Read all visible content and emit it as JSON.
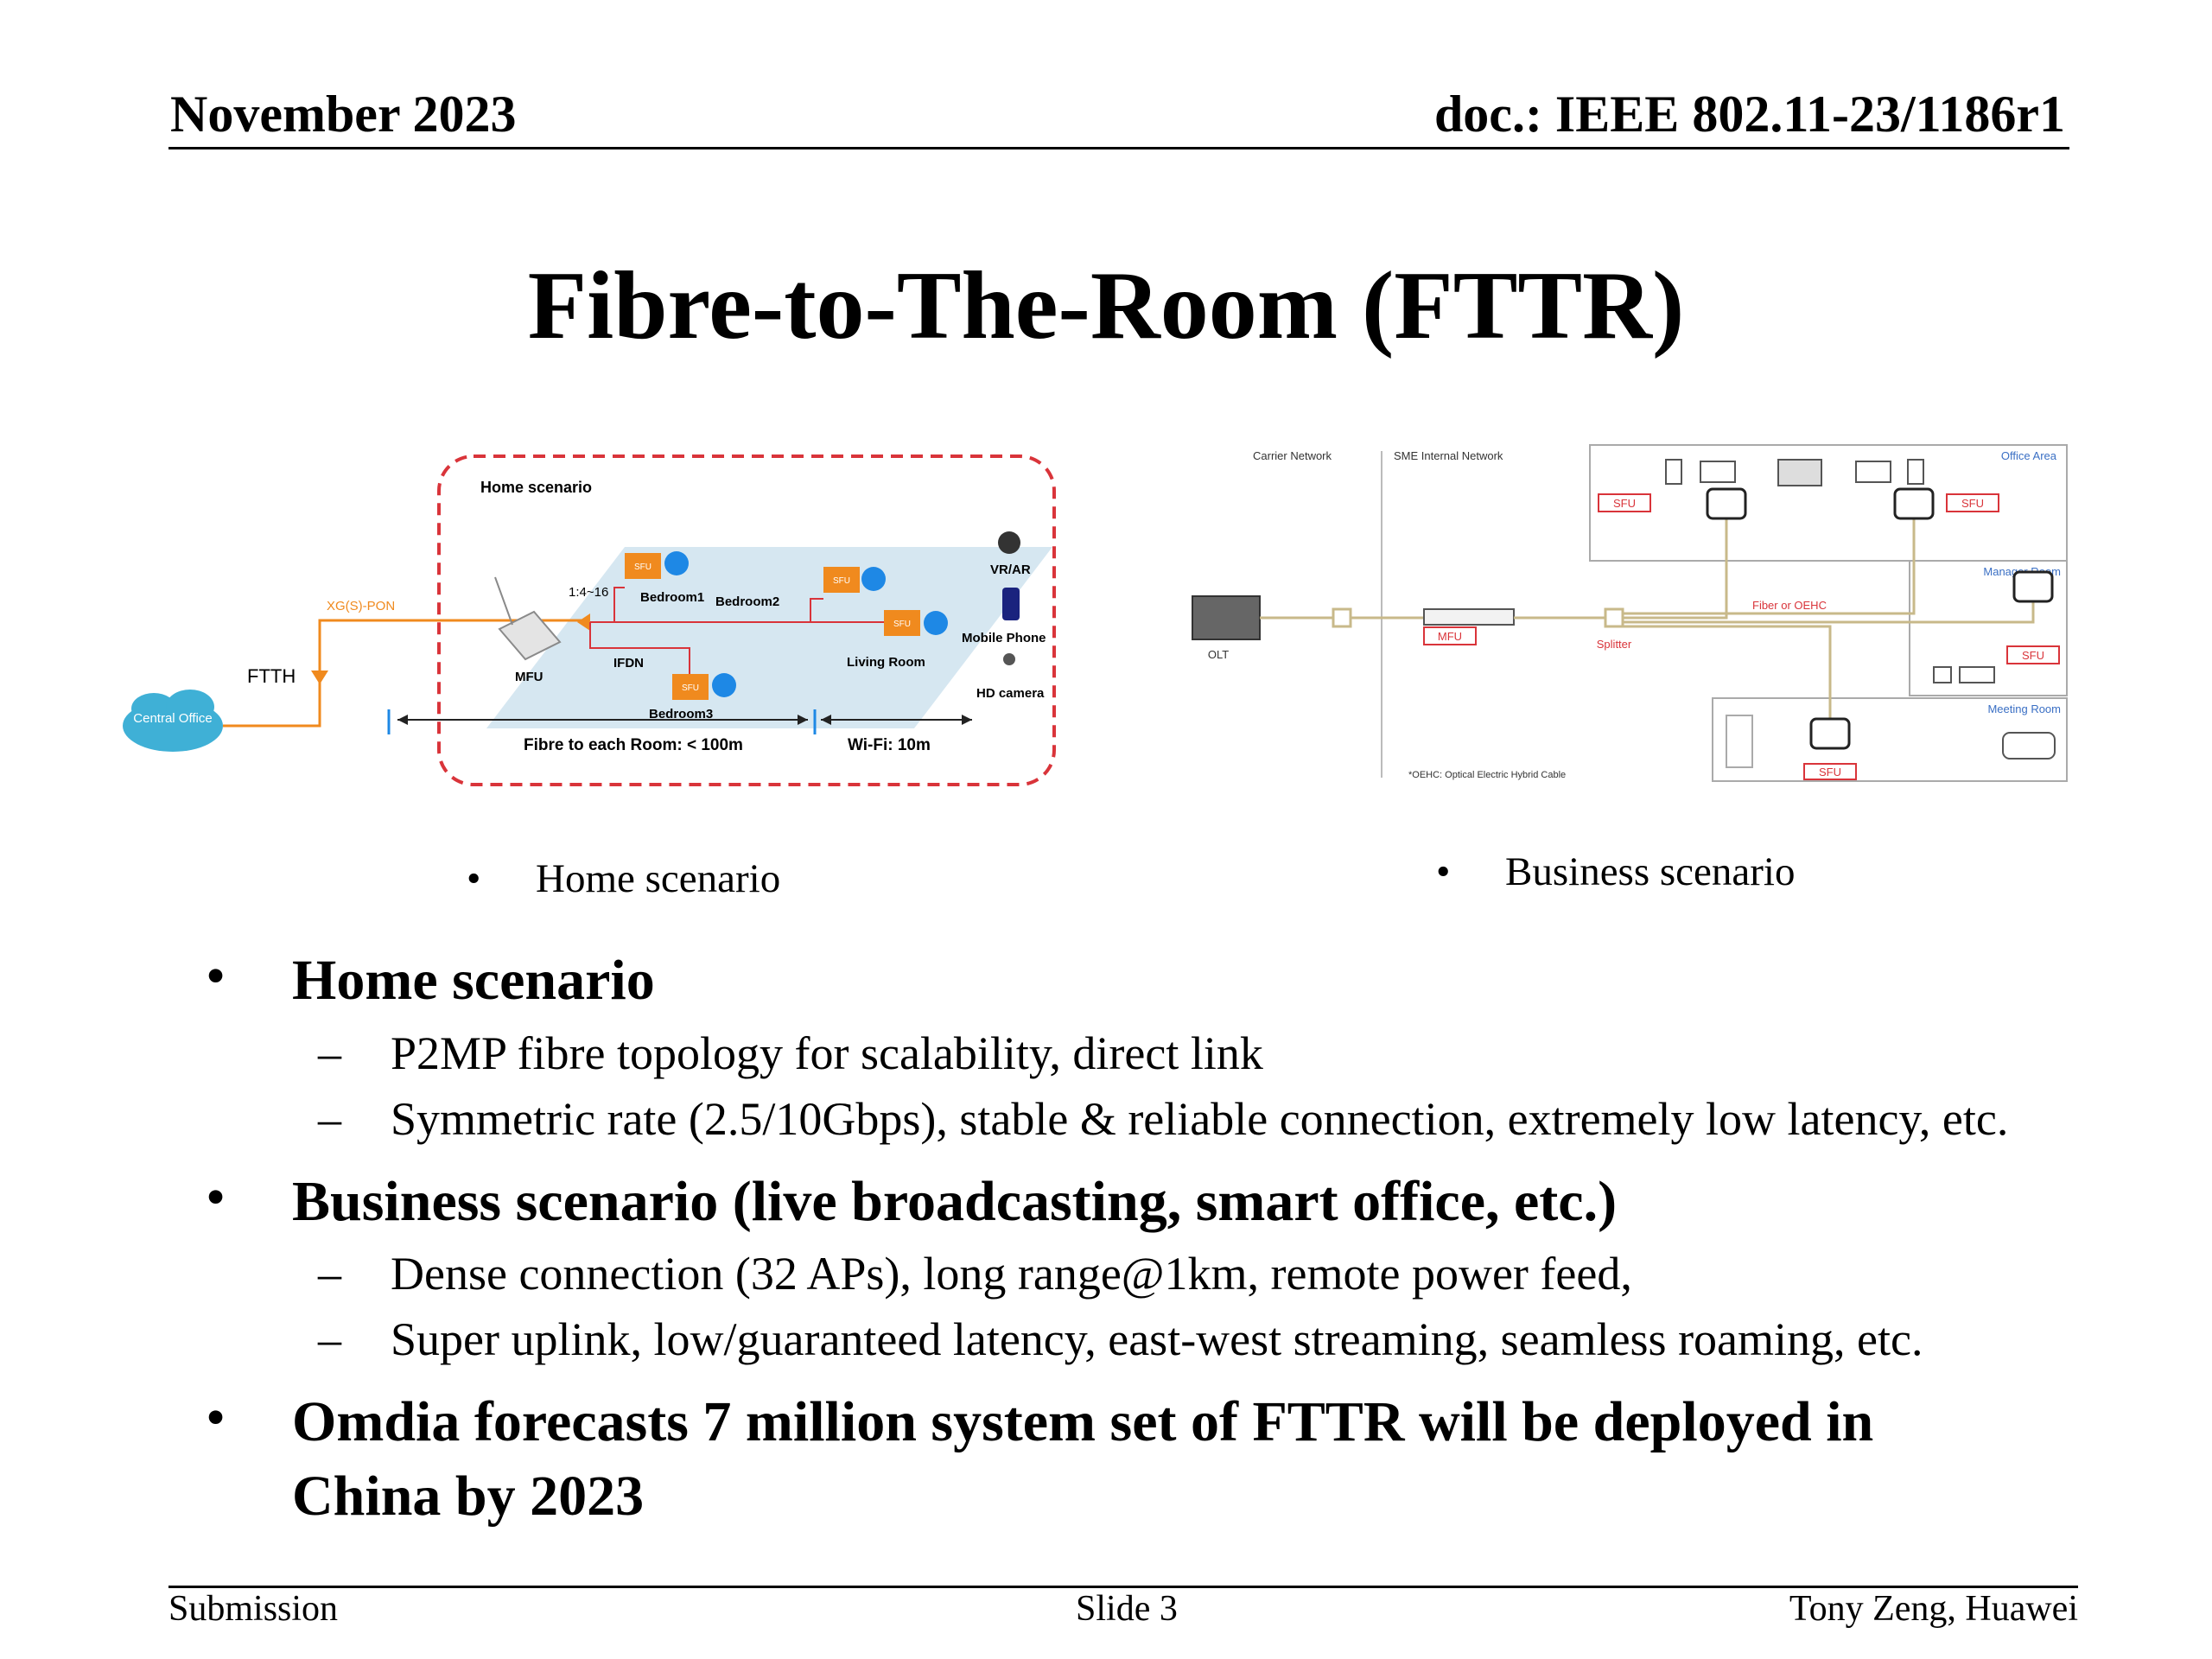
{
  "header": {
    "date": "November 2023",
    "doc_id": "doc.: IEEE 802.11-23/1186r1"
  },
  "title": "Fibre-to-The-Room (FTTR)",
  "home_diagram": {
    "frame_label": "Home scenario",
    "labels": {
      "central_office": "Central Office",
      "ftth": "FTTH",
      "pon": "XG(S)-PON",
      "split": "1:4~16",
      "mfu": "MFU",
      "ifdn": "IFDN",
      "sfu": "SFU",
      "bedroom1": "Bedroom1",
      "bedroom2": "Bedroom2",
      "bedroom3": "Bedroom3",
      "living_room": "Living Room",
      "vr_ar": "VR/AR",
      "mobile_phone": "Mobile Phone",
      "hd_camera": "HD camera",
      "fibre_range": "Fibre to each Room: < 100m",
      "wifi_range": "Wi-Fi: 10m"
    },
    "colors": {
      "fibre": "#f08a1e",
      "frame": "#d9343a",
      "floor": "#cfe3ef",
      "cloud": "#3fb0d6",
      "wifi": "#1e88e5"
    }
  },
  "biz_diagram": {
    "labels": {
      "carrier_network": "Carrier Network",
      "sme_network": "SME Internal Network",
      "office_area": "Office Area",
      "manager_room": "Manager Room",
      "meeting_room": "Meeting Room",
      "olt": "OLT",
      "mfu": "MFU",
      "splitter": "Splitter",
      "fiber_oehc": "Fiber or OEHC",
      "sfu": "SFU",
      "footnote": "*OEHC: Optical Electric Hybrid Cable"
    },
    "colors": {
      "line": "#c8b98a",
      "room_label": "#3a6fc4",
      "sfu": "#d9343a"
    }
  },
  "captions": {
    "home": "Home scenario",
    "business": "Business scenario"
  },
  "bullets": {
    "b1": "Home scenario",
    "b1_s1": "P2MP fibre topology for scalability, direct link",
    "b1_s2": "Symmetric rate (2.5/10Gbps), stable & reliable connection, extremely low latency, etc.",
    "b2": "Business scenario (live broadcasting, smart office, etc.)",
    "b2_s1": "Dense connection (32 APs), long range@1km, remote power feed,",
    "b2_s2": "Super uplink, low/guaranteed latency, east-west streaming, seamless roaming, etc.",
    "b3_line1": "Omdia forecasts 7 million system set of FTTR will be deployed in",
    "b3_line2": "China by 2023"
  },
  "footer": {
    "left": "Submission",
    "center": "Slide 3",
    "right": "Tony Zeng, Huawei"
  }
}
